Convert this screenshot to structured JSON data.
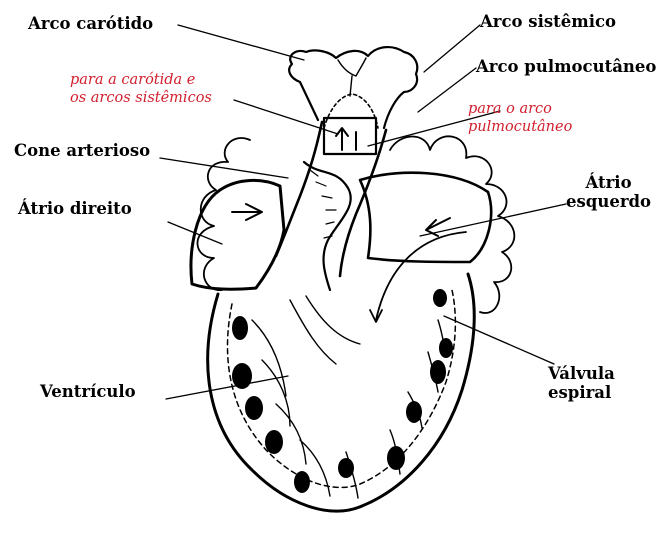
{
  "labels": {
    "arco_carotido": "Arco carótido",
    "arco_sistemico": "Arco sistêmico",
    "arco_pulmocutaneo": "Arco pulmocutâneo",
    "para_carotida_l1": "para a carótida e",
    "para_carotida_l2": "os arcos sistêmicos",
    "para_arco_l1": "para o arco",
    "para_arco_l2": "pulmocutâneo",
    "cone_arterioso": "Cone arterioso",
    "atrio_direito": "Átrio direito",
    "atrio_esquerdo_l1": "Átrio",
    "atrio_esquerdo_l2": "esquerdo",
    "ventriculo": "Ventrículo",
    "valvula_l1": "Válvula",
    "valvula_l2": "espiral"
  },
  "colors": {
    "ink": "#000000",
    "annotation_red": "#d2202e",
    "background": "#ffffff"
  }
}
